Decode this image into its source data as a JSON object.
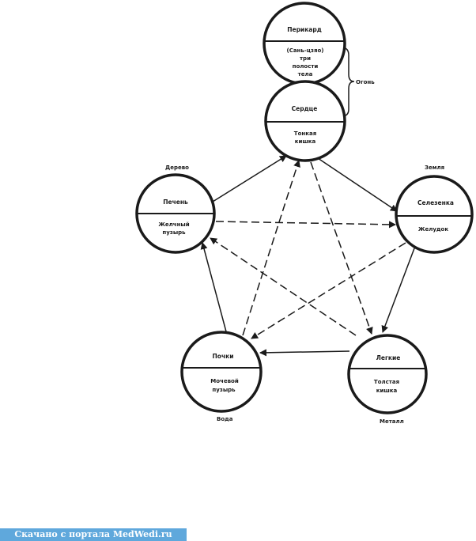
{
  "organs": {
    "pericardium": {
      "upper": "Перикард",
      "lower": [
        "(Сань-цзяо)",
        "три",
        "полости",
        "тела"
      ]
    },
    "heart": {
      "upper": "Сердце",
      "lower": [
        "Тонкая",
        "кишка"
      ]
    },
    "liver": {
      "upper": "Печень",
      "lower": [
        "Желчный",
        "пузырь"
      ]
    },
    "spleen": {
      "upper": "Селезенка",
      "lower": [
        "Желудок"
      ]
    },
    "kidneys": {
      "upper": "Почки",
      "lower": [
        "Мочевой",
        "пузырь"
      ]
    },
    "lungs": {
      "upper": "Легкие",
      "lower": [
        "Толстая",
        "кишка"
      ]
    }
  },
  "elements": {
    "fire": "Огонь",
    "wood": "Дерево",
    "earth": "Земля",
    "water": "Вода",
    "metal": "Металл"
  },
  "footer": {
    "text": "Скачано с портала MedWedi.ru"
  }
}
